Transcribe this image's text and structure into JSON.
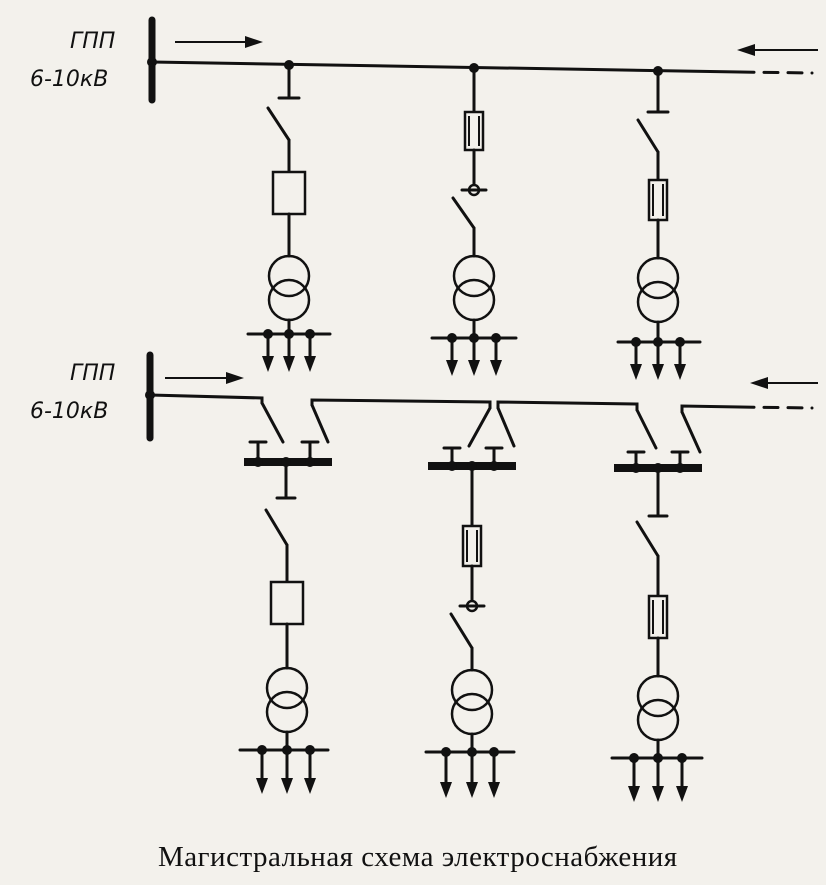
{
  "diagram": {
    "caption": "Магистральная схема электроснабжения",
    "upper_source": {
      "line1": "ГПП",
      "line2": "6-10кВ"
    },
    "lower_source": {
      "line1": "ГПП",
      "line2": "6-10кВ"
    },
    "upper_branches": [
      {
        "protection": "switch-and-breaker"
      },
      {
        "protection": "fuse-and-switch"
      },
      {
        "protection": "switch-and-fuse"
      }
    ],
    "lower_branches": [
      {
        "protection": "switch-and-breaker"
      },
      {
        "protection": "fuse-and-switch"
      },
      {
        "protection": "switch-and-fuse"
      }
    ],
    "colors": {
      "ink": "#111111",
      "paper": "#f3f1ec"
    }
  }
}
